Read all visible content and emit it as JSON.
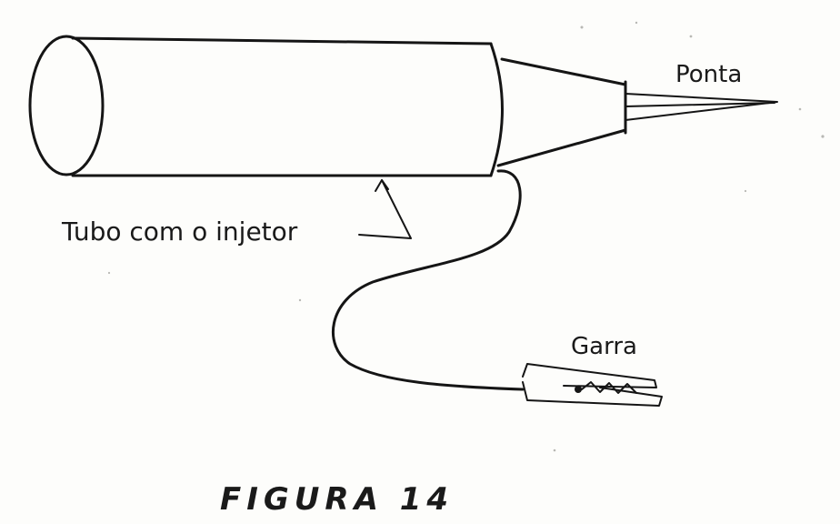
{
  "labels": {
    "tip": "Ponta",
    "tube": "Tubo com o injetor",
    "clip": "Garra"
  },
  "figure": {
    "caption": "FIGURA 14"
  },
  "colors": {
    "ink": "#151515",
    "paper": "#fdfdfb"
  }
}
